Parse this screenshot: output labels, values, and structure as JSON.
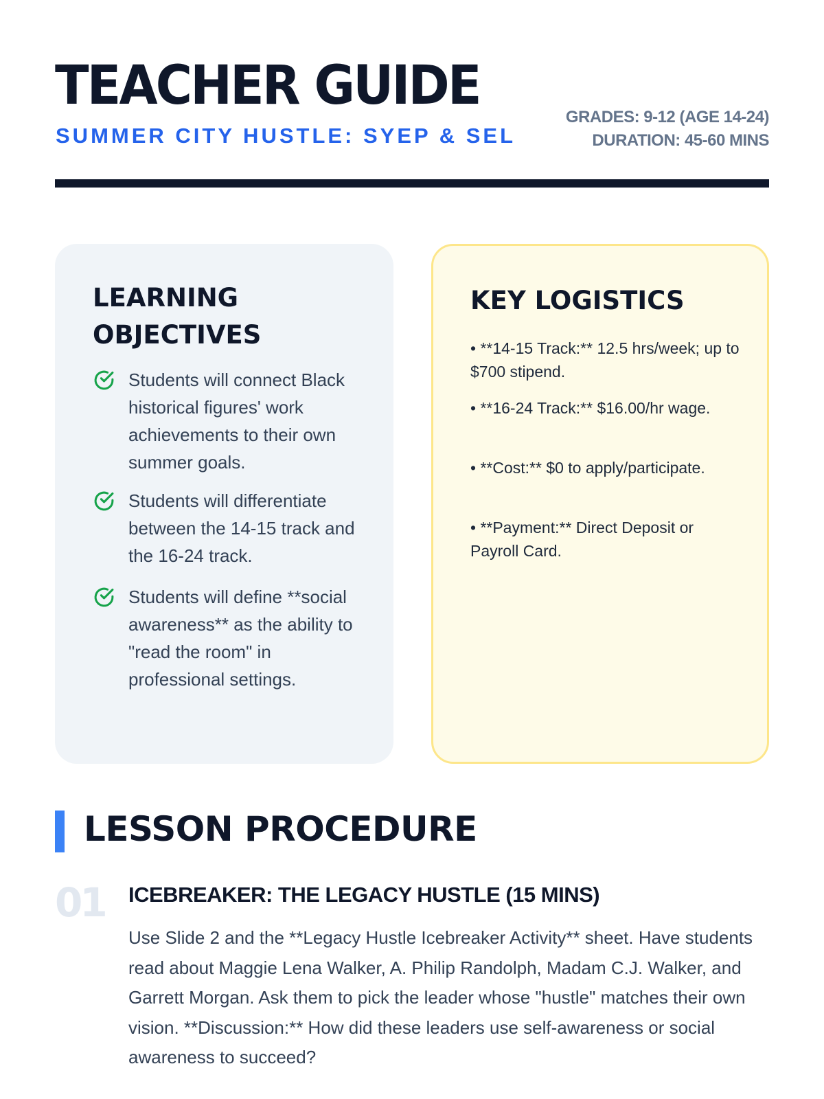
{
  "header": {
    "title": "TEACHER GUIDE",
    "subtitle": "SUMMER CITY HUSTLE: SYEP & SEL",
    "grades": "GRADES: 9-12 (AGE 14-24)",
    "duration": "DURATION: 45-60 MINS"
  },
  "objectives": {
    "heading": "LEARNING OBJECTIVES",
    "items": [
      "Students will connect Black historical figures' work achievements to their own summer goals.",
      "Students will differentiate between the 14-15 track and the 16-24 track.",
      "Students will define **social awareness** as the ability to \"read the room\" in professional settings."
    ]
  },
  "logistics": {
    "heading": "KEY LOGISTICS",
    "items": [
      "• **14-15 Track:** 12.5 hrs/week; up to $700 stipend.",
      "• **16-24 Track:** $16.00/hr wage.",
      "• **Cost:** $0 to apply/participate.",
      "• **Payment:** Direct Deposit or Payroll Card."
    ]
  },
  "procedure": {
    "heading": "LESSON PROCEDURE",
    "steps": [
      {
        "number": "01",
        "title": "ICEBREAKER: THE LEGACY HUSTLE (15 MINS)",
        "body": "Use Slide 2 and the **Legacy Hustle Icebreaker Activity** sheet. Have students read about Maggie Lena Walker, A. Philip Randolph, Madam C.J. Walker, and Garrett Morgan. Ask them to pick the leader whose \"hustle\" matches their own vision. **Discussion:** How did these leaders use self-awareness or social awareness to succeed?"
      }
    ]
  },
  "colors": {
    "accent": "#2563eb",
    "check": "#16a34a",
    "dark": "#0f172a"
  }
}
